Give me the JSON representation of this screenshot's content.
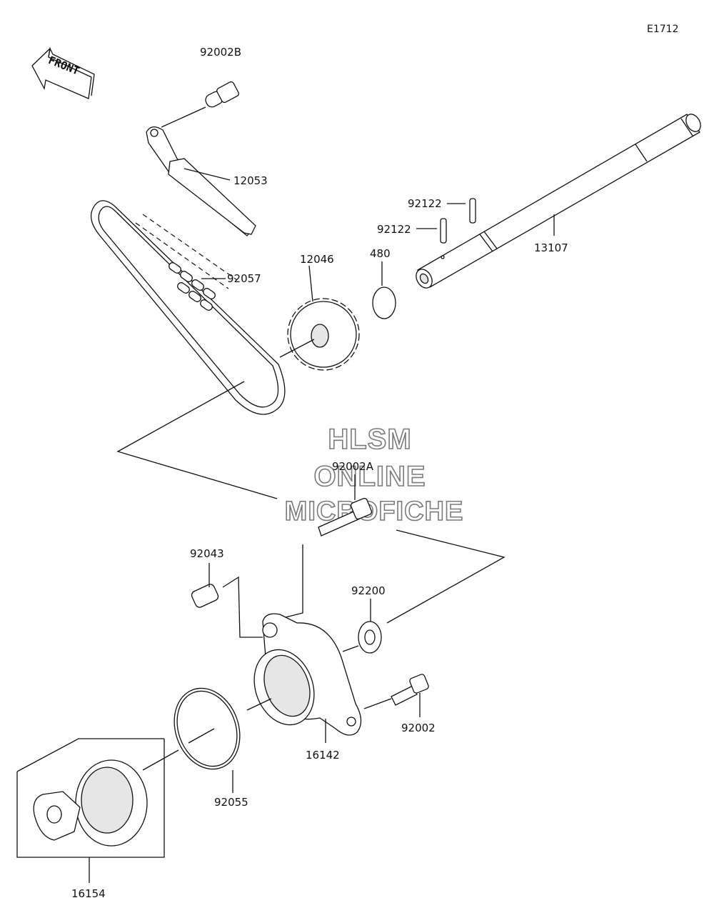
{
  "diagram_code": "E1712",
  "front_label": "FRONT",
  "watermark": {
    "line1": "HLSM",
    "line2": "ONLINE",
    "line3": "MICROFICHE"
  },
  "parts": [
    {
      "id": "p92002B",
      "number": "92002B",
      "icon": "bolt-icon"
    },
    {
      "id": "p12053",
      "number": "12053",
      "icon": "chain-guide-icon"
    },
    {
      "id": "p92057",
      "number": "92057",
      "icon": "chain-icon"
    },
    {
      "id": "p12046",
      "number": "12046",
      "icon": "sprocket-icon"
    },
    {
      "id": "p480",
      "number": "480",
      "icon": "circlip-icon"
    },
    {
      "id": "p92122a",
      "number": "92122",
      "icon": "pin-icon"
    },
    {
      "id": "p92122b",
      "number": "92122",
      "icon": "pin-icon"
    },
    {
      "id": "p13107",
      "number": "13107",
      "icon": "shaft-icon"
    },
    {
      "id": "p92002A",
      "number": "92002A",
      "icon": "bolt-icon"
    },
    {
      "id": "p92043",
      "number": "92043",
      "icon": "dowel-icon"
    },
    {
      "id": "p92200",
      "number": "92200",
      "icon": "washer-icon"
    },
    {
      "id": "p92002",
      "number": "92002",
      "icon": "bolt-icon"
    },
    {
      "id": "p16142",
      "number": "16142",
      "icon": "pump-body-icon"
    },
    {
      "id": "p92055",
      "number": "92055",
      "icon": "o-ring-icon"
    },
    {
      "id": "p16154",
      "number": "16154",
      "icon": "rotor-set-icon"
    }
  ]
}
